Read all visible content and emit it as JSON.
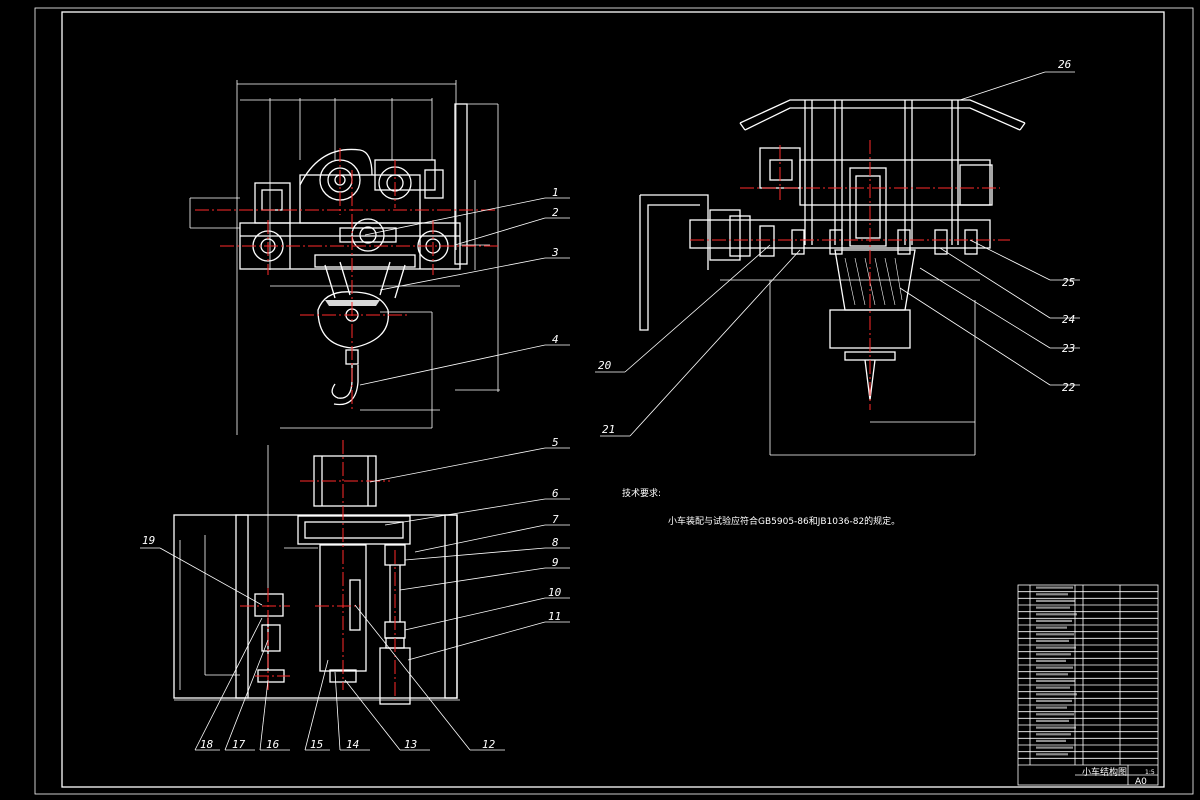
{
  "technical_requirements": {
    "title": "技术要求:",
    "line1": "小车装配与试验应符合GB5905-86和JB1036-82的规定。"
  },
  "callouts": [
    "1",
    "2",
    "3",
    "4",
    "5",
    "6",
    "7",
    "8",
    "9",
    "10",
    "11",
    "12",
    "13",
    "14",
    "15",
    "16",
    "17",
    "18",
    "19",
    "20",
    "21",
    "22",
    "23",
    "24",
    "25",
    "26"
  ],
  "title_block": {
    "drawing_name": "小车结构图",
    "sheet_size": "A0",
    "scale": "1:5"
  },
  "colors": {
    "background": "#000000",
    "outline": "#ffffff",
    "centerline": "#ff2a2a"
  }
}
